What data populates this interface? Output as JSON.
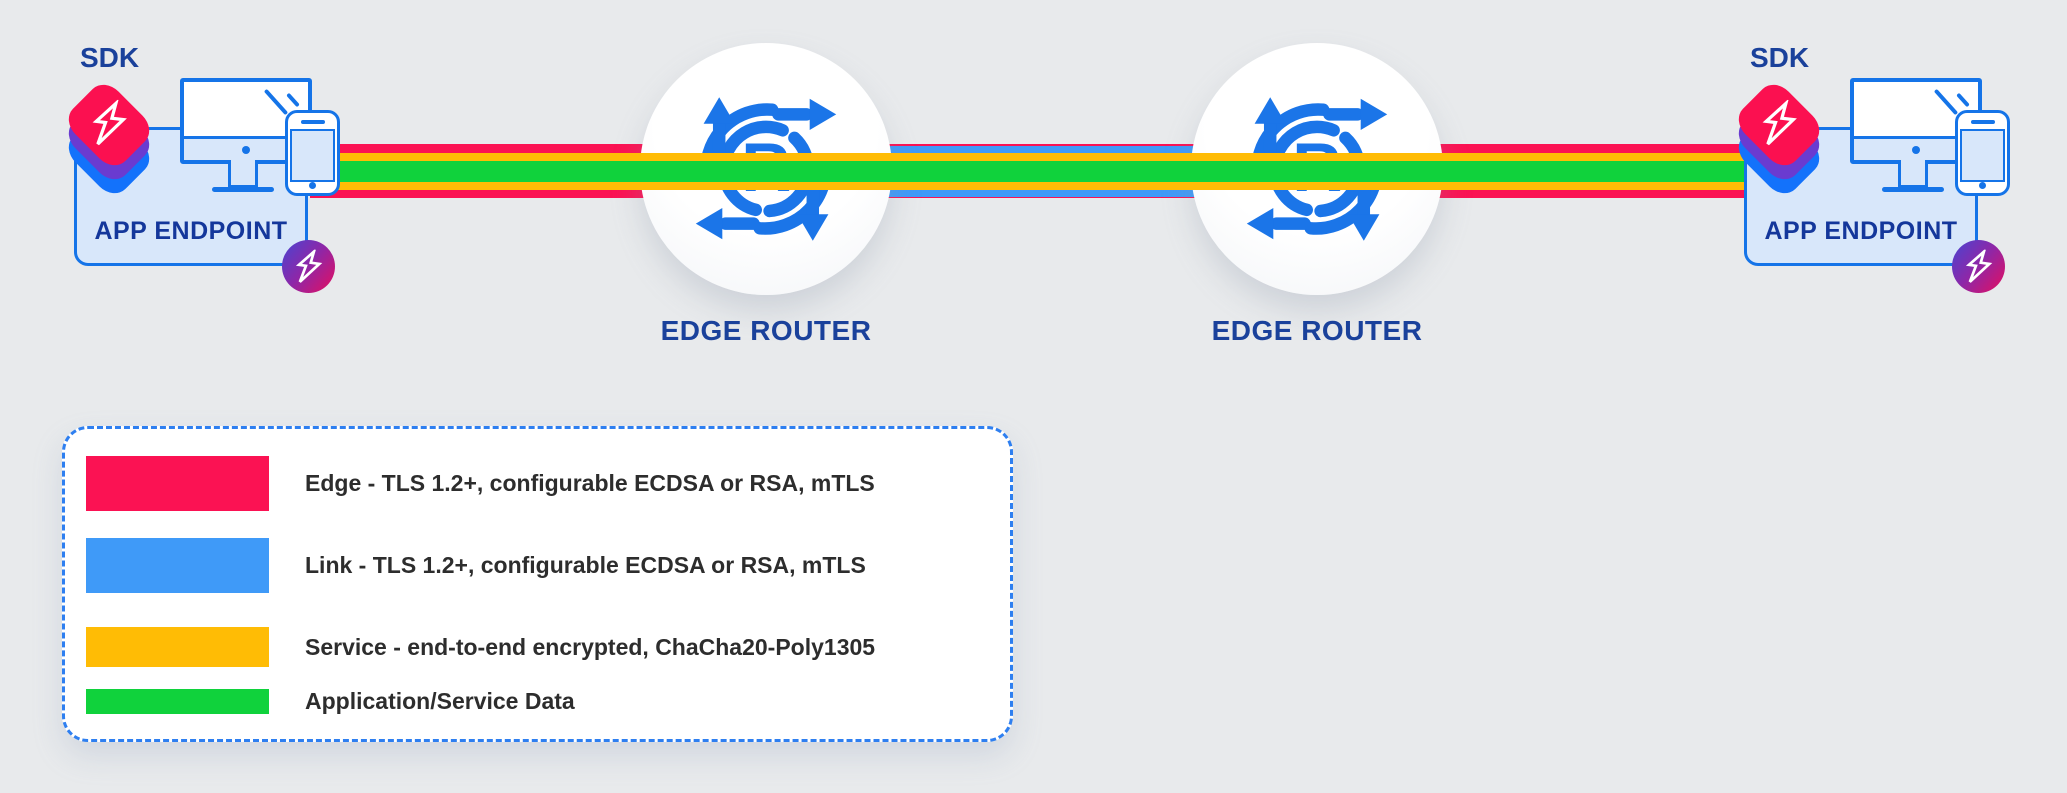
{
  "title": "App-to-app encryption layers over edge routers",
  "colors": {
    "background": "#E8EAEC",
    "edge_red": "#FB1253",
    "link_blue": "#3F9AF8",
    "service_yellow": "#FFBC05",
    "data_green": "#10D23C",
    "router_icon_blue": "#1B75E8",
    "navy_text": "#1A419B",
    "endpoint_box_fill": "#D8E7FA",
    "endpoint_box_border": "#1574E8"
  },
  "endpoints": {
    "left": {
      "sdk_label": "SDK",
      "label": "APP ENDPOINT"
    },
    "right": {
      "sdk_label": "SDK",
      "label": "APP ENDPOINT"
    }
  },
  "routers": {
    "left": {
      "label": "EDGE ROUTER"
    },
    "right": {
      "label": "EDGE ROUTER"
    }
  },
  "legend": {
    "items": [
      {
        "label": "Edge - TLS 1.2+, configurable ECDSA or RSA, mTLS",
        "color": "#FB1253"
      },
      {
        "label": "Link - TLS 1.2+, configurable ECDSA or RSA, mTLS",
        "color": "#3F9AF8"
      },
      {
        "label": "Service - end-to-end encrypted, ChaCha20-Poly1305",
        "color": "#FFBC05"
      },
      {
        "label": "Application/Service Data",
        "color": "#10D23C"
      }
    ]
  }
}
